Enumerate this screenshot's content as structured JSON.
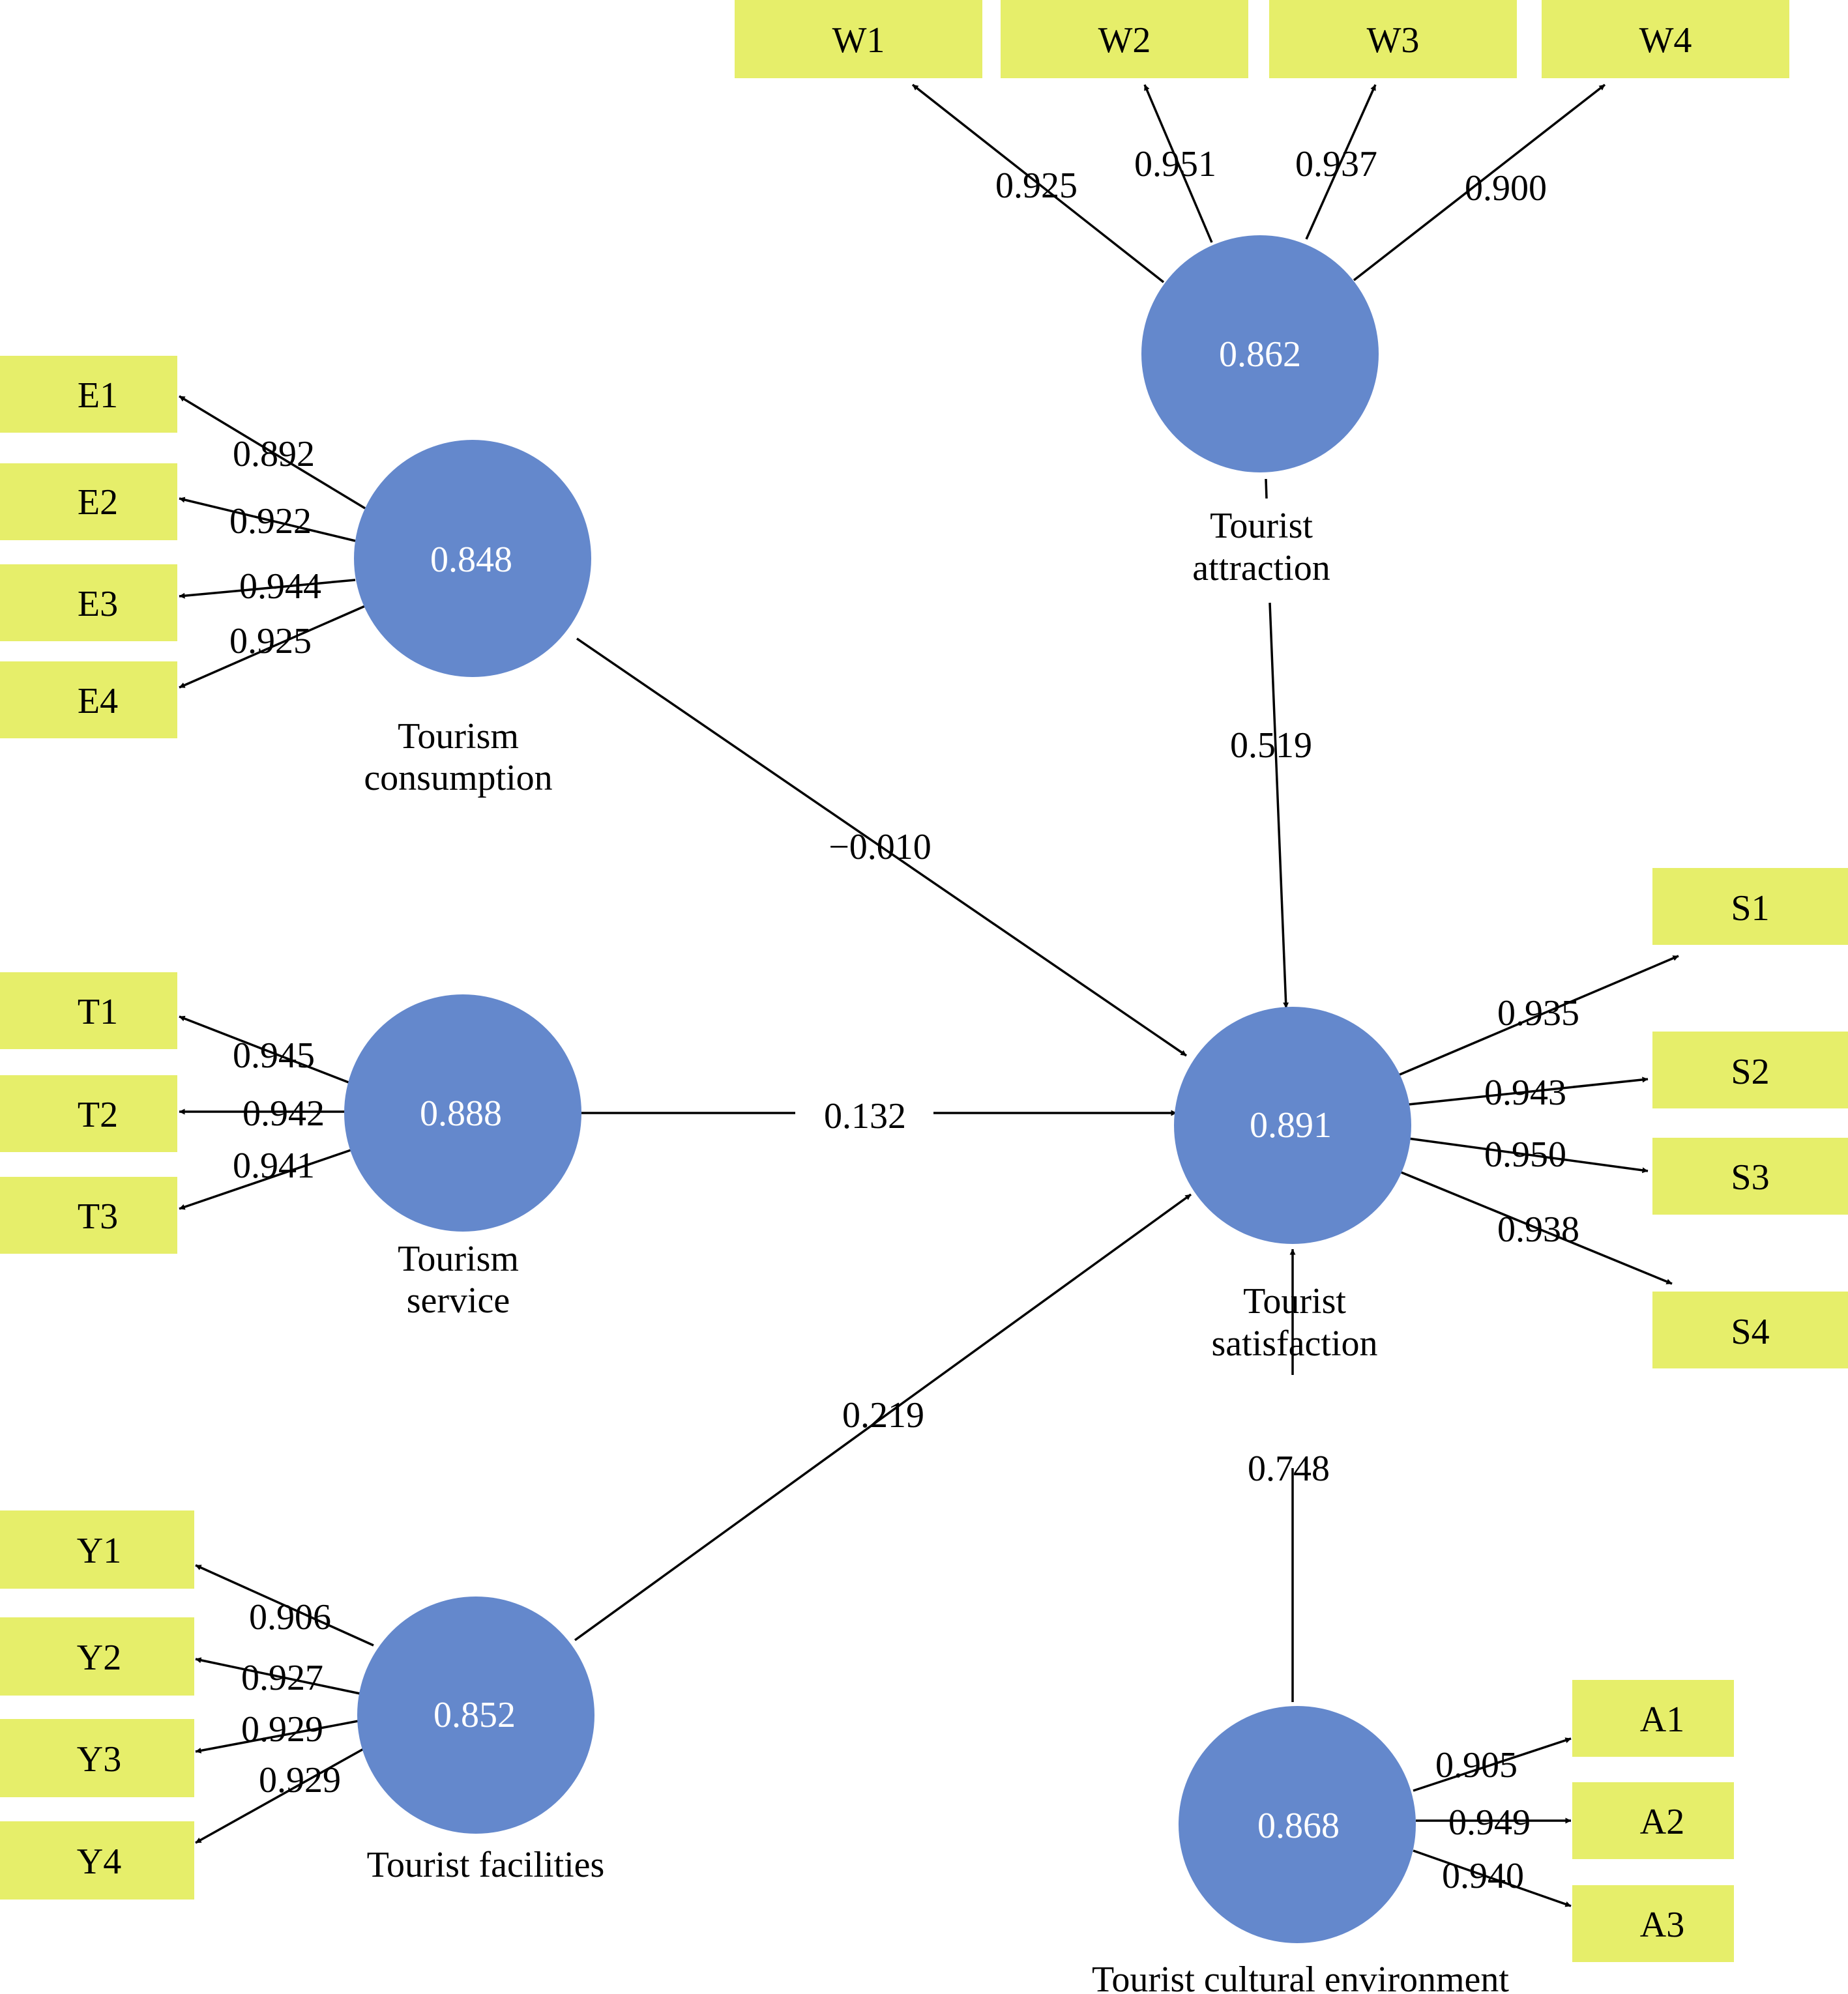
{
  "colors": {
    "indicator_fill": "#E6EE6A",
    "construct_fill": "#6488CC",
    "edge": "#000000"
  },
  "indicators": {
    "W1": "W1",
    "W2": "W2",
    "W3": "W3",
    "W4": "W4",
    "E1": "E1",
    "E2": "E2",
    "E3": "E3",
    "E4": "E4",
    "T1": "T1",
    "T2": "T2",
    "T3": "T3",
    "Y1": "Y1",
    "Y2": "Y2",
    "Y3": "Y3",
    "Y4": "Y4",
    "S1": "S1",
    "S2": "S2",
    "S3": "S3",
    "S4": "S4",
    "A1": "A1",
    "A2": "A2",
    "A3": "A3"
  },
  "constructs": {
    "attraction": {
      "value": "0.862",
      "name": [
        "Tourist",
        "attraction"
      ]
    },
    "consumption": {
      "value": "0.848",
      "name": [
        "Tourism",
        "consumption"
      ]
    },
    "service": {
      "value": "0.888",
      "name": [
        "Tourism",
        "service"
      ]
    },
    "facilities": {
      "value": "0.852",
      "name": [
        "Tourist facilities"
      ]
    },
    "satisfaction": {
      "value": "0.891",
      "name": [
        "Tourist",
        "satisfaction"
      ]
    },
    "cultural": {
      "value": "0.868",
      "name": [
        "Tourist cultural environment"
      ]
    }
  },
  "loadings": {
    "W1": "0.925",
    "W2": "0.951",
    "W3": "0.937",
    "W4": "0.900",
    "E1": "0.892",
    "E2": "0.922",
    "E3": "0.944",
    "E4": "0.925",
    "T1": "0.945",
    "T2": "0.942",
    "T3": "0.941",
    "Y1": "0.906",
    "Y2": "0.927",
    "Y3": "0.929",
    "Y4": "0.929",
    "S1": "0.935",
    "S2": "0.943",
    "S3": "0.950",
    "S4": "0.938",
    "A1": "0.905",
    "A2": "0.949",
    "A3": "0.940"
  },
  "paths": {
    "consumption": "−0.010",
    "attraction": "0.519",
    "service": "0.132",
    "facilities": "0.219",
    "cultural": "0.748"
  }
}
